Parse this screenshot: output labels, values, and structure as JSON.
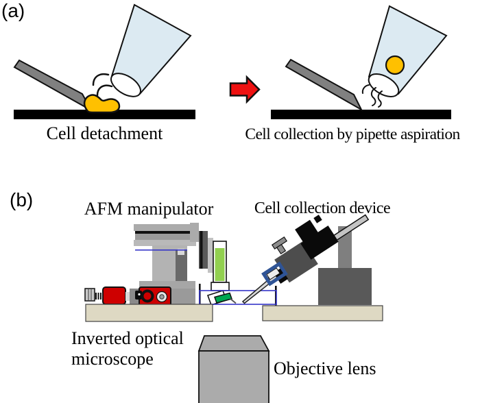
{
  "figure": {
    "panel_a": {
      "tag": "(a)",
      "caption_left": "Cell detachment",
      "caption_right": "Cell collection by pipette aspiration"
    },
    "panel_b": {
      "tag": "(b)",
      "label_afm": "AFM manipulator",
      "label_collection": "Cell collection device",
      "label_microscope_line1": "Inverted optical",
      "label_microscope_line2": "microscope",
      "label_objective": "Objective lens"
    }
  },
  "colors": {
    "cell_yellow": "#FFC000",
    "arrow_red": "#EE1111",
    "pipette_blue": "#DCEAF2",
    "knob_red": "#CE0000",
    "tube_green": "#92D050",
    "chip_green": "#00A650",
    "platform_beige": "#DED9C3",
    "chamber_blue": "#3535C8",
    "clamp_blue": "#2F5496",
    "substrate_black": "#000000",
    "cantilever_gray": "#808080"
  }
}
